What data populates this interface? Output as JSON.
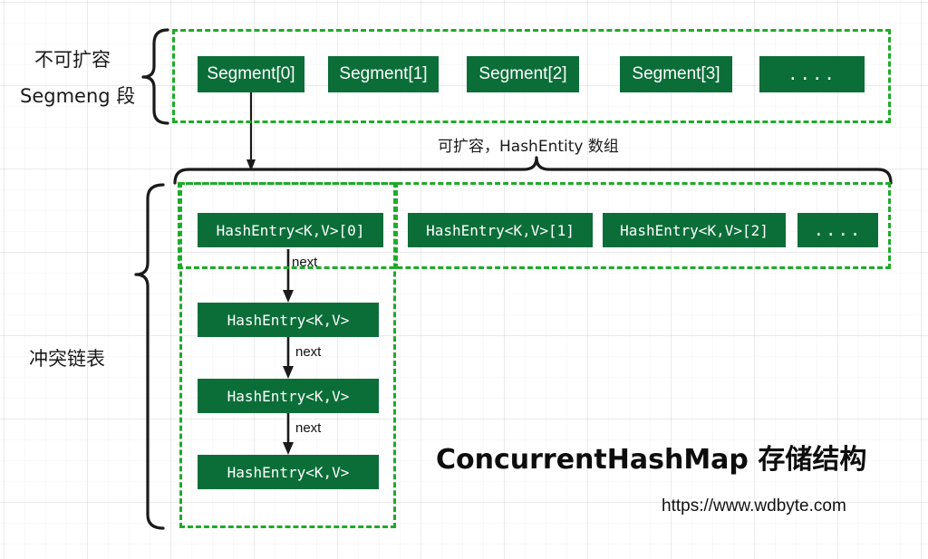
{
  "diagram": {
    "title": "ConcurrentHashMap 存储结构",
    "url": "https://www.wdbyte.com",
    "accent_green_fill": "#0b6e38",
    "accent_green_dash": "#1faa2a",
    "text_color": "#1a1a1a",
    "background": "#ffffff"
  },
  "left_labels": {
    "segment_line1": "不可扩容",
    "segment_line2": "Segmeng 段",
    "chain": "冲突链表"
  },
  "top_caption": "可扩容，HashEntity 数组",
  "segments": [
    {
      "label": "Segment[0]"
    },
    {
      "label": "Segment[1]"
    },
    {
      "label": "Segment[2]"
    },
    {
      "label": "Segment[3]"
    },
    {
      "label": "...."
    }
  ],
  "hash_entries_row": [
    {
      "label": "HashEntry<K,V>[0]"
    },
    {
      "label": "HashEntry<K,V>[1]"
    },
    {
      "label": "HashEntry<K,V>[2]"
    },
    {
      "label": "...."
    }
  ],
  "chain_nodes": [
    {
      "label": "HashEntry<K,V>"
    },
    {
      "label": "HashEntry<K,V>"
    },
    {
      "label": "HashEntry<K,V>"
    }
  ],
  "arrow_labels": {
    "next1": "next",
    "next2": "next",
    "next3": "next"
  }
}
